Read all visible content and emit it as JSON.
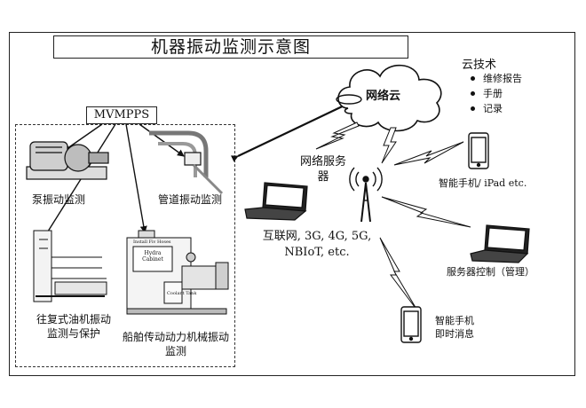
{
  "title": "机器振动监测示意图",
  "hub_label": "MVMPPS",
  "modules": {
    "pump": "泵振动监测",
    "pipe": "管道振动监测",
    "engine": [
      "往复式油机振动",
      "监测与保护"
    ],
    "ship": [
      "船舶传动动力机械振动",
      "监测"
    ]
  },
  "equipment_text": {
    "panel_top": "Install Fiv Hoses",
    "panel_mid": [
      "Hydra",
      "Cabinet"
    ],
    "tank": "Coolant Tank"
  },
  "cloud": {
    "label": "网络云",
    "tech_title": "云技术",
    "tech_items": [
      "维修报告",
      "手册",
      "记录"
    ]
  },
  "network": {
    "server": [
      "网络服务",
      "器"
    ],
    "protocols": [
      "互联网, 3G, 4G, 5G,",
      "NBIoT, etc."
    ]
  },
  "devices": {
    "smartphone_ipad": "智能手机/ iPad etc.",
    "server_control": "服务器控制（管理）",
    "smartphone_msg": [
      "智能手机",
      "即时消息"
    ]
  }
}
